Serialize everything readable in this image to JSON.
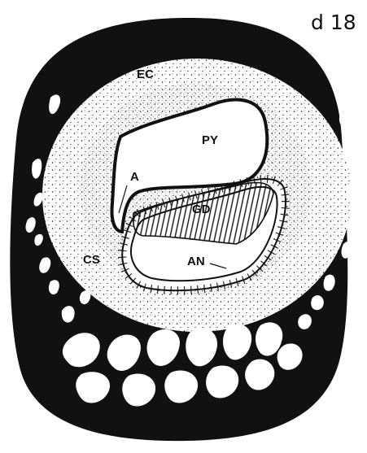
{
  "stage_label": "d 18",
  "labels": {
    "ec": "EC",
    "py": "PY",
    "a": "A",
    "gd": "GD",
    "cs": "CS",
    "an": "AN"
  },
  "colors": {
    "ink": "#111111",
    "paper": "#ffffff"
  }
}
